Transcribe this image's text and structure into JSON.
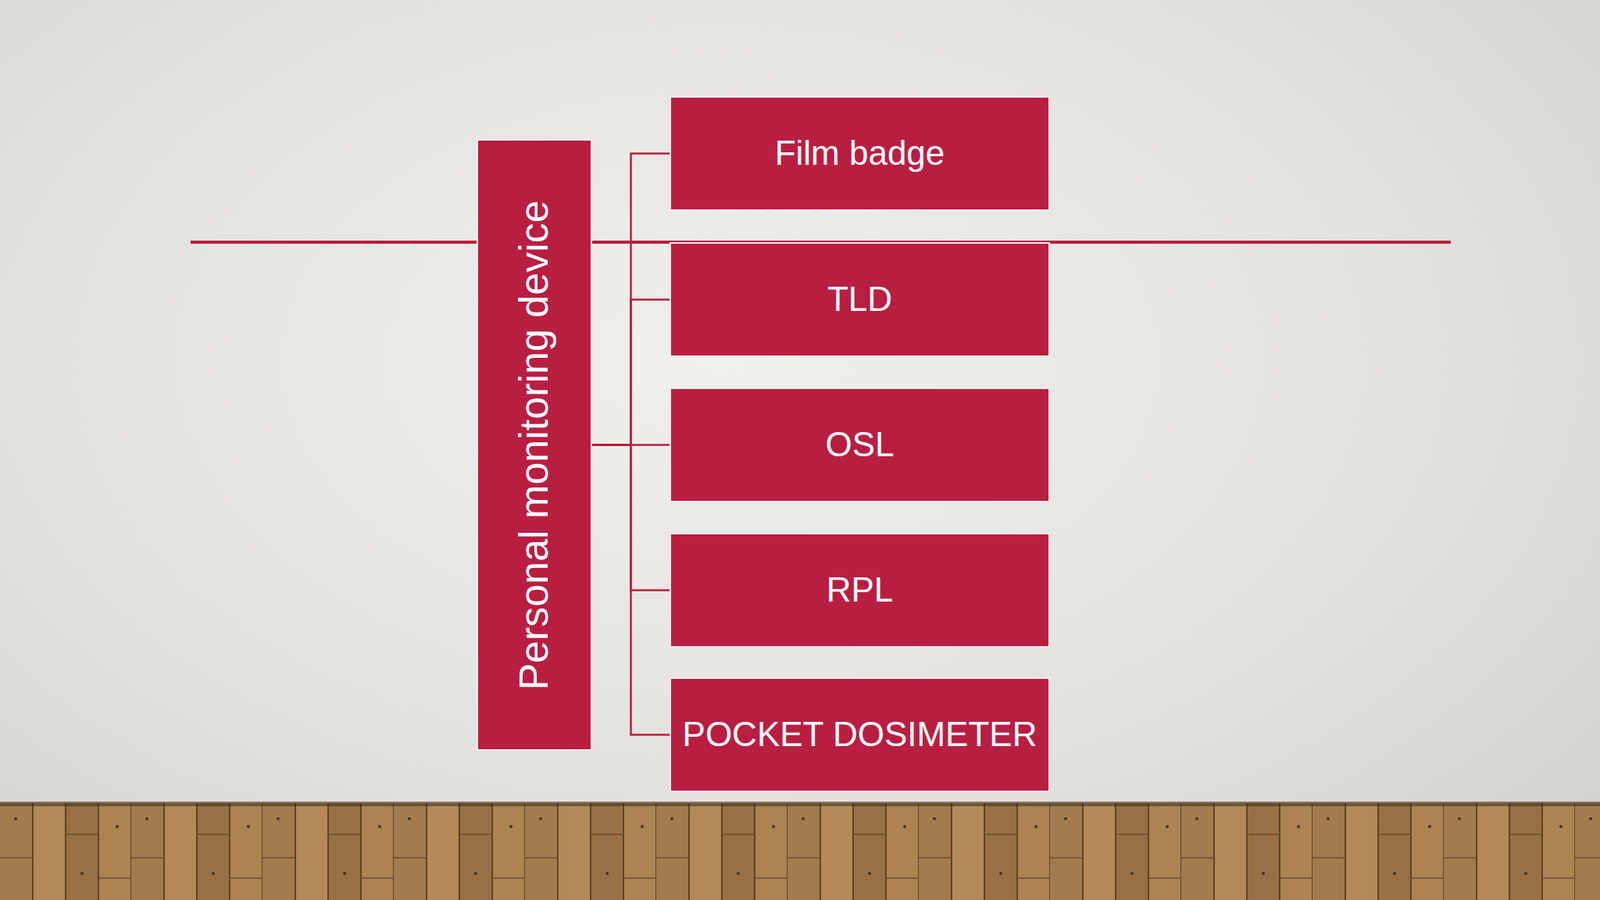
{
  "diagram": {
    "nodes": [
      {
        "text": [
          "Personal monitoring device"
        ]
      },
      {
        "text": [
          "Film badge"
        ]
      },
      {
        "text": [
          "TLD"
        ]
      },
      {
        "text": [
          "OSL"
        ]
      },
      {
        "text": [
          "RPL"
        ]
      },
      {
        "text": [
          "POCKET DOSIMETER"
        ]
      }
    ],
    "edges": [
      {
        "from": 0,
        "to": 1,
        "arrow": "none"
      },
      {
        "from": 0,
        "to": 2,
        "arrow": "none"
      },
      {
        "from": 0,
        "to": 3,
        "arrow": "none"
      },
      {
        "from": 0,
        "to": 4,
        "arrow": "none"
      },
      {
        "from": 0,
        "to": 5,
        "arrow": "none"
      }
    ]
  }
}
